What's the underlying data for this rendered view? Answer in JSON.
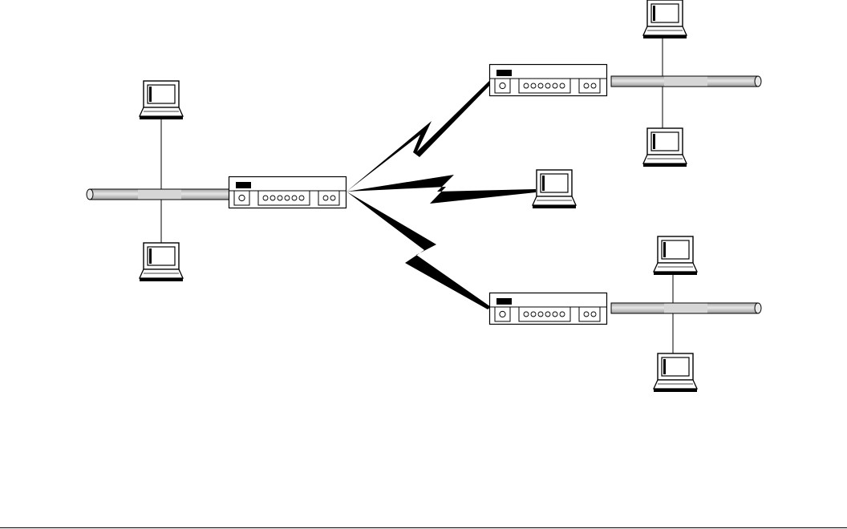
{
  "diagram": {
    "type": "wide-area-network-topology",
    "icons": {
      "router": "router-icon",
      "laptop": "laptop-icon",
      "cable": "ethernet-cable",
      "wireless_link": "lightning-bolt-link"
    },
    "nodes": [
      {
        "id": "central-router",
        "kind": "router"
      },
      {
        "id": "router-top-right",
        "kind": "router"
      },
      {
        "id": "router-bottom-right",
        "kind": "router"
      },
      {
        "id": "laptop-left-top",
        "kind": "laptop"
      },
      {
        "id": "laptop-left-bottom",
        "kind": "laptop"
      },
      {
        "id": "laptop-top-right-upper",
        "kind": "laptop"
      },
      {
        "id": "laptop-top-right-lower",
        "kind": "laptop"
      },
      {
        "id": "laptop-remote",
        "kind": "laptop"
      },
      {
        "id": "laptop-bottom-right-upper",
        "kind": "laptop"
      },
      {
        "id": "laptop-bottom-right-lower",
        "kind": "laptop"
      }
    ],
    "links": [
      {
        "from": "central-router",
        "to": "router-top-right",
        "medium": "wireless"
      },
      {
        "from": "central-router",
        "to": "laptop-remote",
        "medium": "wireless"
      },
      {
        "from": "central-router",
        "to": "router-bottom-right",
        "medium": "wireless"
      },
      {
        "from": "central-router",
        "to": "lan-left",
        "medium": "cable"
      },
      {
        "from": "router-top-right",
        "to": "lan-top-right",
        "medium": "cable"
      },
      {
        "from": "router-bottom-right",
        "to": "lan-bottom-right",
        "medium": "cable"
      }
    ],
    "colors": {
      "stroke": "#000000",
      "cable_fill": "#cfcfcf",
      "cable_highlight": "#ececec",
      "screen": "#ffffff",
      "led": "#000000"
    }
  }
}
